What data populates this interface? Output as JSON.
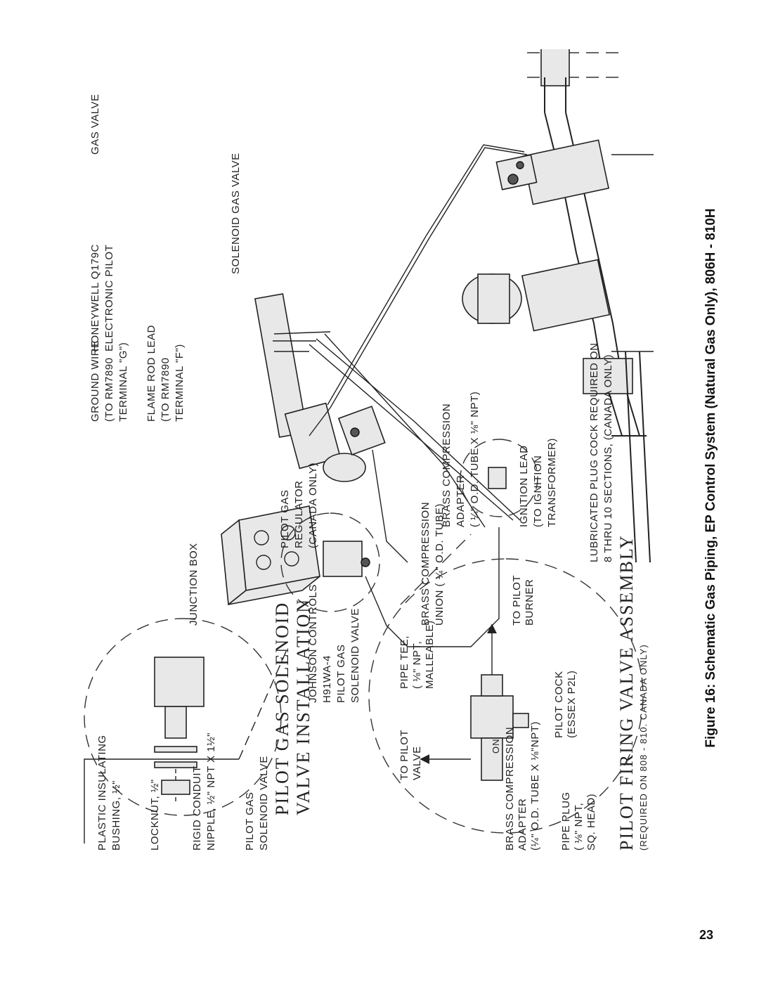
{
  "caption": "Figure 16: Schematic Gas Piping, EP Control System (Natural Gas Only), 806H - 810H",
  "page_number": "23",
  "titles": {
    "solenoid_line1": "PILOT GAS SOLENOID",
    "solenoid_line2": "VALVE INSTALLATION",
    "firing_line1": "PILOT FIRING VALVE ASSEMBLY",
    "firing_sub": "(REQUIRED ON 808 - 810. CANADA ONLY)"
  },
  "labels": {
    "gas_valve": "GAS VALVE",
    "honeywell_1": "HONEYWELL Q179C",
    "honeywell_2": "ELECTRONIC PILOT",
    "ground_1": "GROUND WIRE",
    "ground_2": "(TO RM7890",
    "ground_3": "TERMINAL \"G\")",
    "flame_1": "FLAME ROD LEAD",
    "flame_2": "(TO RM7890",
    "flame_3": "TERMINAL \"F\")",
    "solenoid_gas_valve": "SOLENOID GAS VALVE",
    "brass_adapter_1": "BRASS COMPRESSION",
    "brass_adapter_2": "ADAPTER",
    "brass_adapter_3": "( ¼\" O.D. TUBE X ⅛\" NPT)",
    "ignition_1": "IGNITION LEAD",
    "ignition_2": "(TO IGNITION",
    "ignition_3": "TRANSFORMER)",
    "lubricated_1": "LUBRICATED PLUG COCK REQUIRED ON",
    "lubricated_2": "8 THRU 10 SECTIONS, (CANADA ONLY)",
    "pilot_regulator_1": "PILOT GAS",
    "pilot_regulator_2": "REGULATOR",
    "pilot_regulator_3": "(CANADA ONLY)",
    "junction_box": "JUNCTION BOX",
    "brass_union_1": "BRASS COMPRESSION",
    "brass_union_2": "UNION ( ¼\" O.D. TUBE)",
    "johnson_1": "JOHNSON CONTROLS",
    "johnson_2": "H91WA-4",
    "johnson_3": "PILOT GAS",
    "johnson_4": "SOLENOID VALVE",
    "plastic_1": "PLASTIC INSULATING",
    "plastic_2": "BUSHING, ½\"",
    "locknut": "LOCKNUT, ½\"",
    "rigid_1": "RIGID CONDUIT",
    "rigid_2": "NIPPLE, ½\" NPT X 1½\"",
    "pgsv_1": "PILOT GAS",
    "pgsv_2": "SOLENOID VALVE",
    "to_pilot_valve_1": "TO PILOT",
    "to_pilot_valve_2": "VALVE",
    "pipe_tee_1": "PIPE TEE,",
    "pipe_tee_2": "( ⅛\" NPT,",
    "pipe_tee_3": "MALLEABLE)",
    "to_pilot_burner_1": "TO PILOT",
    "to_pilot_burner_2": "BURNER",
    "pilot_cock_1": "PILOT COCK",
    "pilot_cock_2": "(ESSEX P2L)",
    "bca_1": "BRASS COMPRESSION",
    "bca_2": "ADAPTER",
    "bca_3": "(¼\" O.D. TUBE X ⅛\"NPT)",
    "plug_1": "PIPE PLUG",
    "plug_2": "( ⅛\" NPT,",
    "plug_3": "SQ. HEAD)",
    "on_mark": "ON"
  }
}
